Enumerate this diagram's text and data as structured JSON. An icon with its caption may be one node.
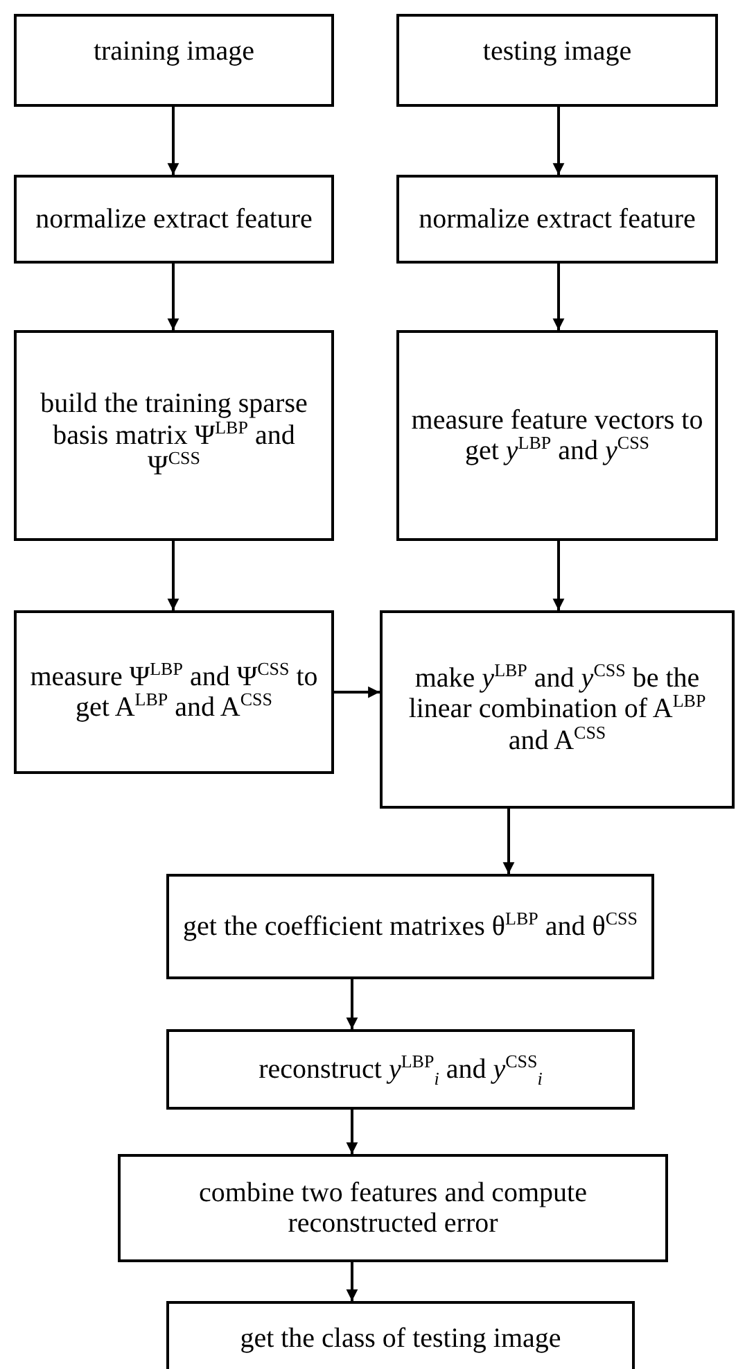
{
  "diagram": {
    "nodes": [
      {
        "text": [
          "training image"
        ]
      },
      {
        "text": [
          "testing image"
        ]
      },
      {
        "text": [
          "normalize extract feature"
        ]
      },
      {
        "text": [
          "normalize extract feature"
        ]
      },
      {
        "text": [
          "build the training sparse basis matrix Ψ$^{LBP}$ and Ψ$^{CSS}$"
        ]
      },
      {
        "text": [
          "measure feature vectors to get *y*$^{LBP}$ and *y*$^{CSS}$"
        ]
      },
      {
        "text": [
          "measure Ψ$^{LBP}$ and Ψ$^{CSS}$ to get A$^{LBP}$ and A$^{CSS}$"
        ]
      },
      {
        "text": [
          "make *y*$^{LBP}$ and *y*$^{CSS}$ be the linear combination of A$^{LBP}$ and A$^{CSS}$"
        ]
      },
      {
        "text": [
          "get the coefficient matrixes θ$^{LBP}$ and θ$^{CSS}$"
        ]
      },
      {
        "text": [
          "reconstruct *y*$^{LBP}$$_{i}$ and *y*$^{CSS}$$_{i}$"
        ]
      },
      {
        "text": [
          "combine two features and compute reconstructed error"
        ]
      },
      {
        "text": [
          "get the class of testing image"
        ]
      }
    ],
    "edges": [
      {
        "from": 0,
        "to": 2,
        "arrow": "to"
      },
      {
        "from": 2,
        "to": 4,
        "arrow": "to"
      },
      {
        "from": 4,
        "to": 6,
        "arrow": "to"
      },
      {
        "from": 1,
        "to": 3,
        "arrow": "to"
      },
      {
        "from": 3,
        "to": 5,
        "arrow": "to"
      },
      {
        "from": 5,
        "to": 7,
        "arrow": "to"
      },
      {
        "from": 6,
        "to": 7,
        "arrow": "to"
      },
      {
        "from": 7,
        "to": 8,
        "arrow": "to"
      },
      {
        "from": 8,
        "to": 9,
        "arrow": "to"
      },
      {
        "from": 9,
        "to": 10,
        "arrow": "to"
      },
      {
        "from": 10,
        "to": 11,
        "arrow": "to"
      }
    ]
  }
}
